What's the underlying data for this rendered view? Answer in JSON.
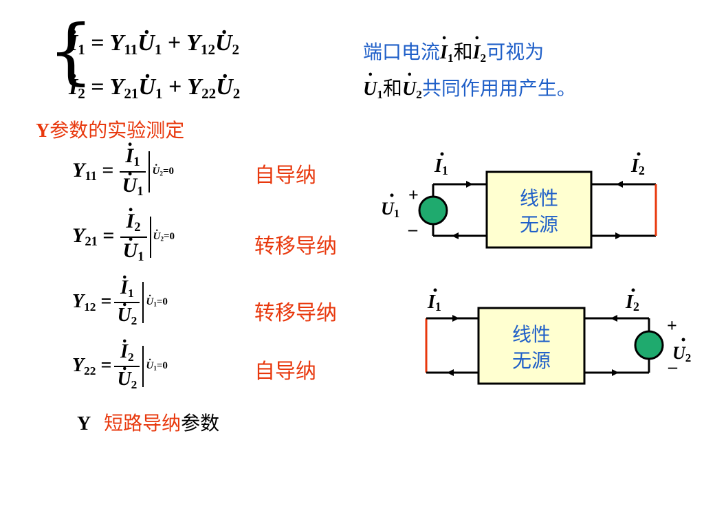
{
  "equations": {
    "eq1": {
      "lhs_var": "I",
      "lhs_sub": "1",
      "y_a": "Y",
      "y_a_sub": "11",
      "u_a": "U",
      "u_a_sub": "1",
      "y_b": "Y",
      "y_b_sub": "12",
      "u_b": "U",
      "u_b_sub": "2"
    },
    "eq2": {
      "lhs_var": "I",
      "lhs_sub": "2",
      "y_a": "Y",
      "y_a_sub": "21",
      "u_a": "U",
      "u_a_sub": "1",
      "y_b": "Y",
      "y_b_sub": "22",
      "u_b": "U",
      "u_b_sub": "2"
    },
    "equals": "=",
    "plus": "+"
  },
  "note": {
    "line1_prefix": "端口电流",
    "i1": "I",
    "i1_sub": "1",
    "and1": "和",
    "i2": "I",
    "i2_sub": "2",
    "line1_suffix": "可视为",
    "u1": "U",
    "u1_sub": "1",
    "and2": "和",
    "u2": "U",
    "u2_sub": "2",
    "line2_suffix": "共同作用用产生。"
  },
  "heading": {
    "y": "Y",
    "text": "参数的实验测定"
  },
  "params": [
    {
      "name": "Y",
      "sub": "11",
      "num": "I",
      "num_sub": "1",
      "den": "U",
      "den_sub": "1",
      "cond_var": "U",
      "cond_sub": "2",
      "cond_val": "=0",
      "label": "自导纳"
    },
    {
      "name": "Y",
      "sub": "21",
      "num": "I",
      "num_sub": "2",
      "den": "U",
      "den_sub": "1",
      "cond_var": "U",
      "cond_sub": "2",
      "cond_val": "=0",
      "label": "转移导纳"
    },
    {
      "name": "Y",
      "sub": "12",
      "num": "I",
      "num_sub": "1",
      "den": "U",
      "den_sub": "2",
      "cond_var": "U",
      "cond_sub": "1",
      "cond_val": "=0",
      "label": "转移导纳"
    },
    {
      "name": "Y",
      "sub": "22",
      "num": "I",
      "num_sub": "2",
      "den": "U",
      "den_sub": "2",
      "cond_var": "U",
      "cond_sub": "1",
      "cond_val": "=0",
      "label": "自导纳"
    }
  ],
  "summary": {
    "y": "Y",
    "red": "短路导纳",
    "black": "参数"
  },
  "circuit1": {
    "box_line1": "线性",
    "box_line2": "无源",
    "i_left": "I",
    "i_left_sub": "1",
    "i_right": "I",
    "i_right_sub": "2",
    "src": "U",
    "src_sub": "1",
    "plus": "+",
    "minus": "–"
  },
  "circuit2": {
    "box_line1": "线性",
    "box_line2": "无源",
    "i_left": "I",
    "i_left_sub": "1",
    "i_right": "I",
    "i_right_sub": "2",
    "src": "U",
    "src_sub": "2",
    "plus": "+",
    "minus": "–"
  },
  "colors": {
    "blue_text": "#1f5fc8",
    "red_text": "#e8380d",
    "box_fill": "#ffffd0",
    "source_fill": "#1faa6e",
    "short_line": "#e8380d"
  }
}
